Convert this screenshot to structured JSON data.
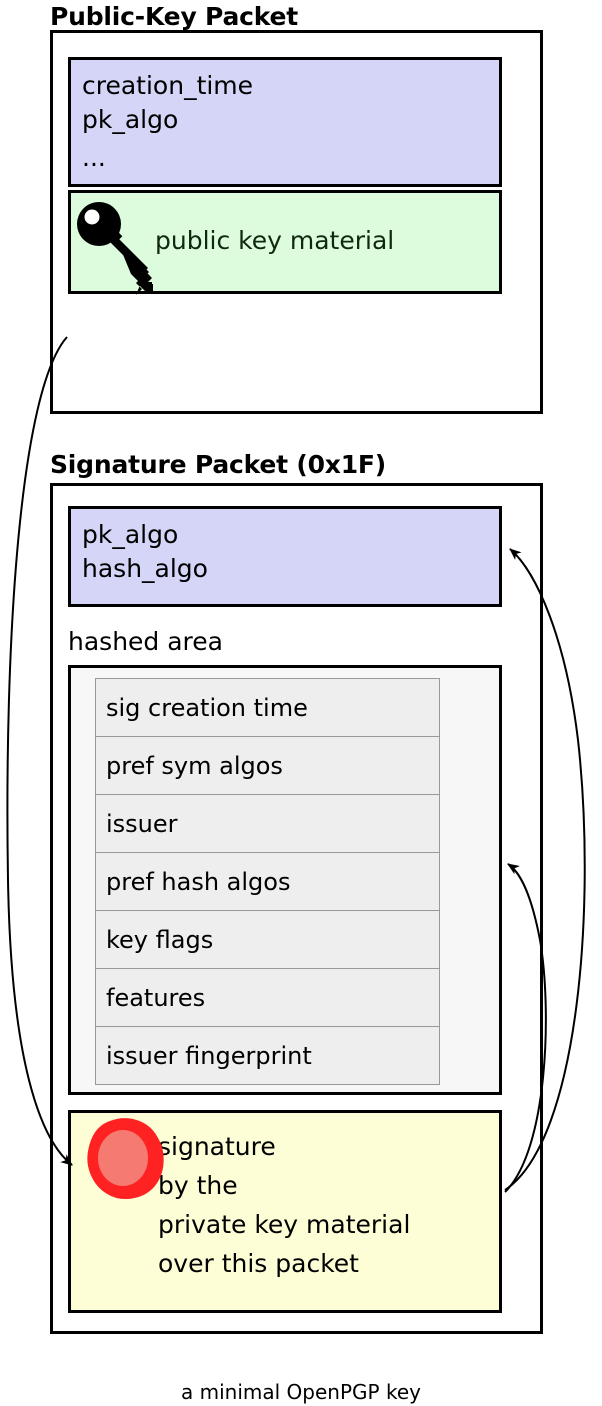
{
  "diagram": {
    "caption": "a minimal OpenPGP key",
    "colors": {
      "lavender": "#d5d5f7",
      "green": "#ddfcdd",
      "yellow": "#fdfdd6",
      "subpacket_fill": "#eeeeee",
      "hashed_area_fill": "#f7f7f7",
      "seal_ring": "#ff2222",
      "seal_fill": "#f57b72",
      "outline": "#000000",
      "green_text": "#102810"
    },
    "packets": [
      {
        "title": "Public-Key Packet",
        "header_block": {
          "lines": [
            "creation_time",
            "pk_algo",
            "..."
          ],
          "color": "#d5d5f7"
        },
        "key_block": {
          "icon": "key-icon",
          "label": "public key material",
          "color": "#ddfcdd"
        }
      },
      {
        "title": "Signature Packet (0x1F)",
        "header_block": {
          "lines": [
            "pk_algo",
            "hash_algo"
          ],
          "color": "#d5d5f7"
        },
        "hashed_area": {
          "label": "hashed area",
          "subpackets": [
            "sig creation time",
            "pref sym algos",
            "issuer",
            "pref hash algos",
            "key flags",
            "features",
            "issuer fingerprint"
          ]
        },
        "signature_block": {
          "icon": "seal-icon",
          "lines": [
            "signature",
            "by the",
            "private key material",
            "over this packet"
          ],
          "color": "#fdfdd6"
        }
      }
    ],
    "arrows": [
      {
        "name": "public-key-to-signature",
        "from": "public-key-packet-body",
        "to": "signature-block"
      },
      {
        "name": "signature-to-header-fields",
        "from": "signature-block",
        "to": "signature-header-block"
      },
      {
        "name": "signature-to-hashed-area",
        "from": "signature-block",
        "to": "hashed-area-box"
      }
    ]
  }
}
